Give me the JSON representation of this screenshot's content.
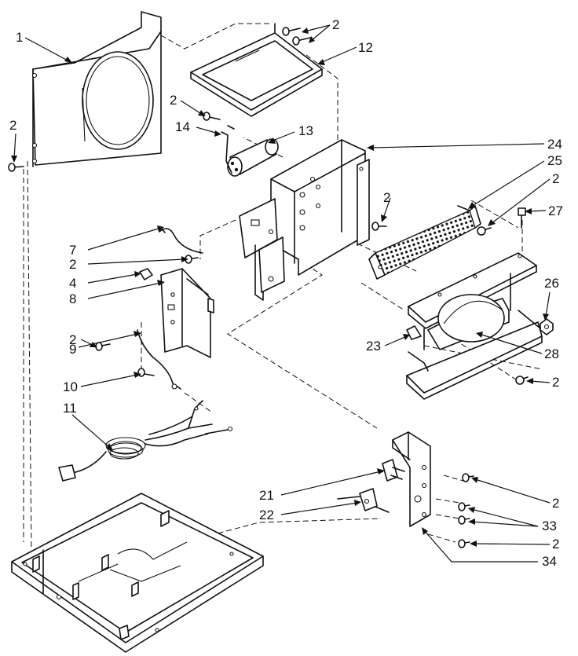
{
  "diagram": {
    "callouts": [
      {
        "id": "c1",
        "label": "1"
      },
      {
        "id": "c2a",
        "label": "2"
      },
      {
        "id": "c2b",
        "label": "2"
      },
      {
        "id": "c2c",
        "label": "2"
      },
      {
        "id": "c12",
        "label": "12"
      },
      {
        "id": "c2d",
        "label": "2"
      },
      {
        "id": "c14",
        "label": "14"
      },
      {
        "id": "c13",
        "label": "13"
      },
      {
        "id": "c24",
        "label": "24"
      },
      {
        "id": "c25",
        "label": "25"
      },
      {
        "id": "c2e",
        "label": "2"
      },
      {
        "id": "c2f",
        "label": "2"
      },
      {
        "id": "c27",
        "label": "27"
      },
      {
        "id": "c7",
        "label": "7"
      },
      {
        "id": "c2g",
        "label": "2"
      },
      {
        "id": "c4",
        "label": "4"
      },
      {
        "id": "c8",
        "label": "8"
      },
      {
        "id": "c26",
        "label": "26"
      },
      {
        "id": "c2h",
        "label": "2"
      },
      {
        "id": "c23",
        "label": "23"
      },
      {
        "id": "c9",
        "label": "9"
      },
      {
        "id": "c28",
        "label": "28"
      },
      {
        "id": "c10",
        "label": "10"
      },
      {
        "id": "c2i",
        "label": "2"
      },
      {
        "id": "c11",
        "label": "11"
      },
      {
        "id": "c2j",
        "label": "2"
      },
      {
        "id": "c21",
        "label": "21"
      },
      {
        "id": "c33",
        "label": "33"
      },
      {
        "id": "c22",
        "label": "22"
      },
      {
        "id": "c2k",
        "label": "2"
      },
      {
        "id": "c34",
        "label": "34"
      }
    ]
  }
}
